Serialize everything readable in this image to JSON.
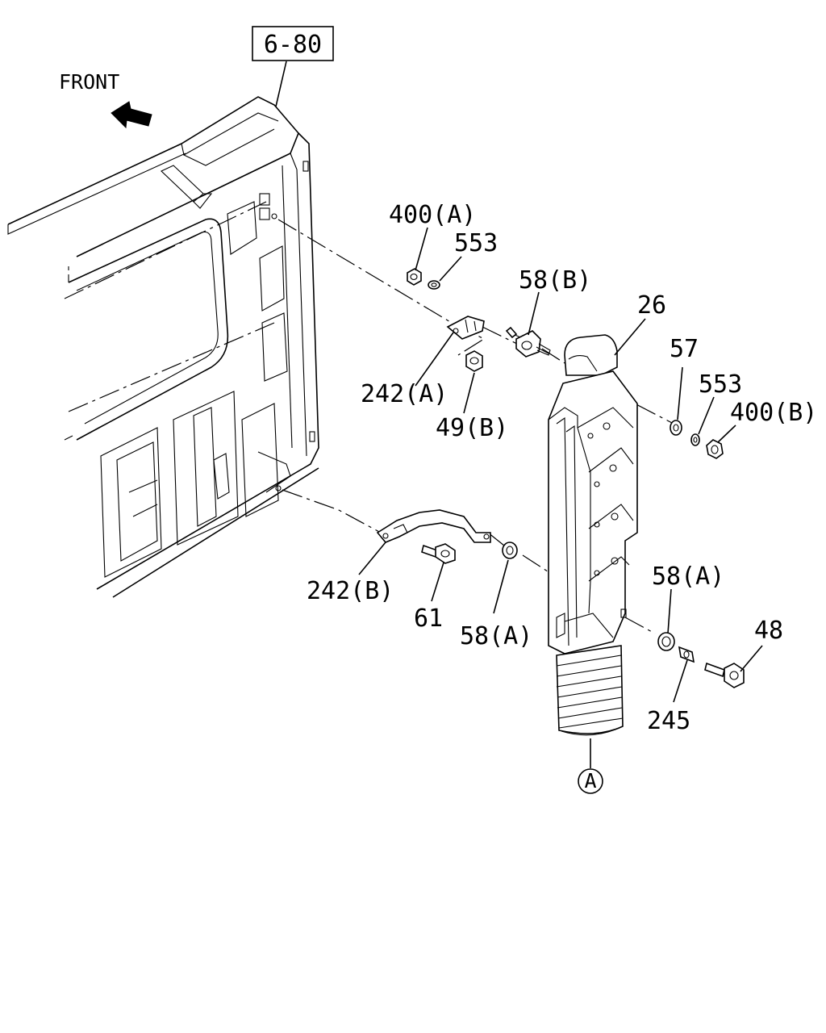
{
  "figure": {
    "ref_box": "6-80",
    "front_label": "FRONT",
    "circle_marker": "A"
  },
  "callouts": {
    "c400a": "400(A)",
    "c553a": "553",
    "c58b": "58(B)",
    "c26": "26",
    "c57": "57",
    "c553b": "553",
    "c400b": "400(B)",
    "c242a": "242(A)",
    "c49b": "49(B)",
    "c58a_right": "58(A)",
    "c48": "48",
    "c242b": "242(B)",
    "c61": "61",
    "c58a_left": "58(A)",
    "c245": "245"
  },
  "colors": {
    "ink": "#000000",
    "paper": "#ffffff"
  }
}
